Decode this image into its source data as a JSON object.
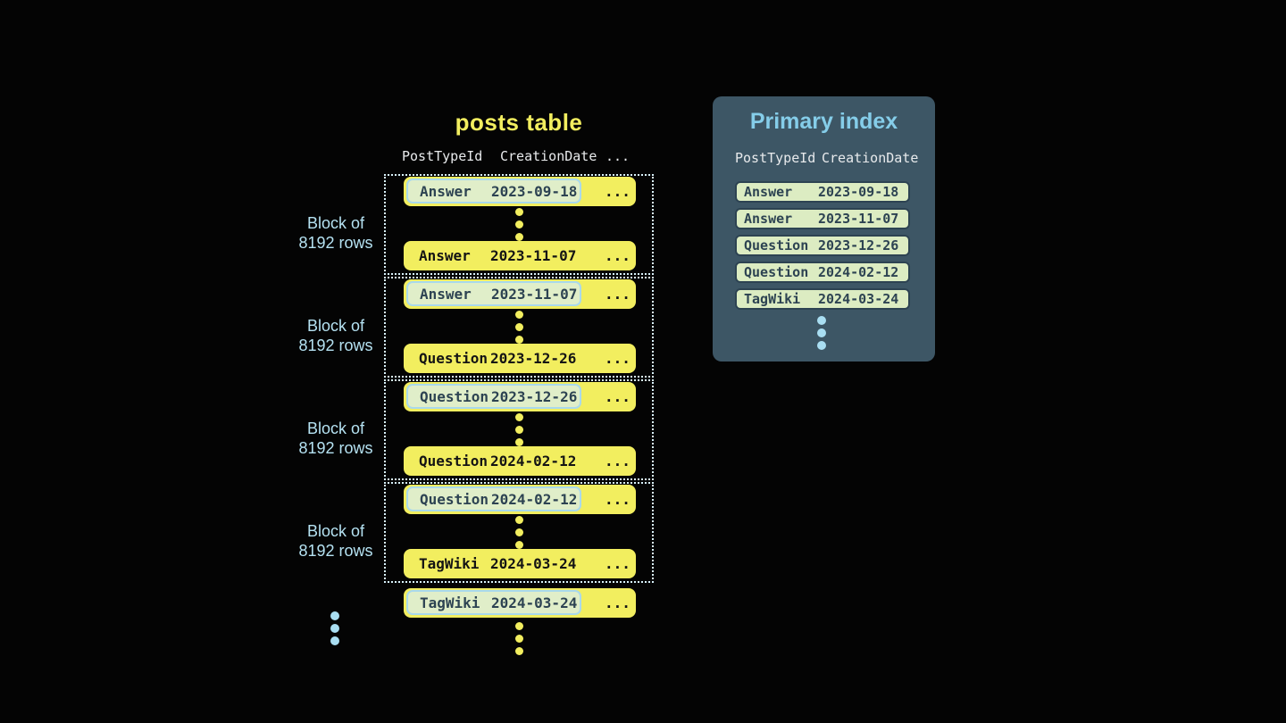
{
  "posts_table": {
    "title": "posts table",
    "header": {
      "col1": "PostTypeId",
      "col2": "CreationDate",
      "col3": "..."
    },
    "blocks": [
      {
        "label": {
          "line1": "Block of",
          "line2": "8192 rows"
        },
        "first_row": {
          "type": "Answer",
          "date": "2023-09-18",
          "more": "..."
        },
        "last_row": {
          "type": "Answer",
          "date": "2023-11-07",
          "more": "..."
        }
      },
      {
        "label": {
          "line1": "Block of",
          "line2": "8192 rows"
        },
        "first_row": {
          "type": "Answer",
          "date": "2023-11-07",
          "more": "..."
        },
        "last_row": {
          "type": "Question",
          "date": "2023-12-26",
          "more": "..."
        }
      },
      {
        "label": {
          "line1": "Block of",
          "line2": "8192 rows"
        },
        "first_row": {
          "type": "Question",
          "date": "2023-12-26",
          "more": "..."
        },
        "last_row": {
          "type": "Question",
          "date": "2024-02-12",
          "more": "..."
        }
      },
      {
        "label": {
          "line1": "Block of",
          "line2": "8192 rows"
        },
        "first_row": {
          "type": "Question",
          "date": "2024-02-12",
          "more": "..."
        },
        "last_row": {
          "type": "TagWiki",
          "date": "2024-03-24",
          "more": "..."
        }
      }
    ],
    "overflow_row": {
      "type": "TagWiki",
      "date": "2024-03-24",
      "more": "..."
    }
  },
  "primary_index": {
    "title": "Primary index",
    "header": {
      "col1": "PostTypeId",
      "col2": "CreationDate"
    },
    "rows": [
      {
        "type": "Answer",
        "date": "2023-09-18"
      },
      {
        "type": "Answer",
        "date": "2023-11-07"
      },
      {
        "type": "Question",
        "date": "2023-12-26"
      },
      {
        "type": "Question",
        "date": "2024-02-12"
      },
      {
        "type": "TagWiki",
        "date": "2024-03-24"
      }
    ]
  },
  "colors": {
    "background": "#040404",
    "accent_yellow": "#f2ee5f",
    "highlight_green": "#e0eec9",
    "highlight_border": "#a9d9ec",
    "panel_background": "#3d5665",
    "panel_row_green": "#dcecc2",
    "dark_slate": "#2d4352",
    "light_blue_text": "#b5e2f2",
    "panel_title_blue": "#85cde9",
    "header_text": "#e8eaec",
    "dotted_border": "#d9f2fb",
    "near_black": "#141414",
    "dot_blue": "#a9def2"
  }
}
